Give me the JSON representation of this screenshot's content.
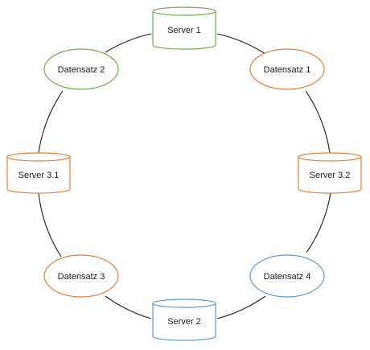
{
  "colors": {
    "green": "#70ad47",
    "orange": "#ed7d31",
    "blue": "#5b9bd5",
    "ring": "#1a1a1a"
  },
  "nodes": {
    "server1": {
      "label": "Server 1",
      "shape": "cylinder",
      "color": "green"
    },
    "datensatz1": {
      "label": "Datensatz 1",
      "shape": "ellipse",
      "color": "orange"
    },
    "server32": {
      "label": "Server 3.2",
      "shape": "cylinder",
      "color": "orange"
    },
    "datensatz4": {
      "label": "Datensatz 4",
      "shape": "ellipse",
      "color": "blue"
    },
    "server2": {
      "label": "Server 2",
      "shape": "cylinder",
      "color": "blue"
    },
    "datensatz3": {
      "label": "Datensatz 3",
      "shape": "ellipse",
      "color": "orange"
    },
    "server31": {
      "label": "Server 3.1",
      "shape": "cylinder",
      "color": "orange"
    },
    "datensatz2": {
      "label": "Datensatz 2",
      "shape": "ellipse",
      "color": "green"
    }
  },
  "ring_order": [
    "server1",
    "datensatz1",
    "server32",
    "datensatz4",
    "server2",
    "datensatz3",
    "server31",
    "datensatz2"
  ]
}
